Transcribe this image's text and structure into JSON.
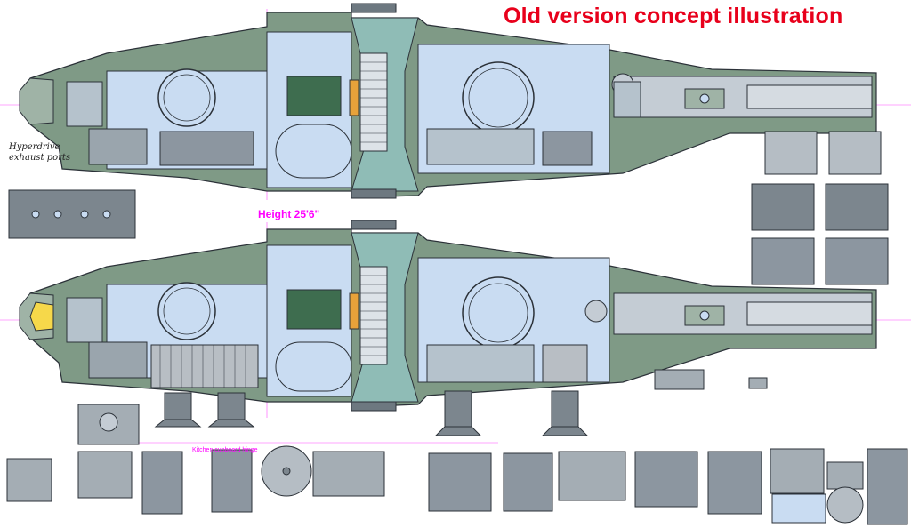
{
  "headline": "Old version concept illustration",
  "height_label": "Height 25'6\"",
  "handwritten_note": [
    "Hyperdrive",
    "exhaust ports"
  ],
  "kitchen_note": "Kitchen cupboard hinge",
  "colors": {
    "headline": "#e8001b",
    "dimension": "#ff00ff",
    "hull_green": "#7f9a86",
    "hull_grey": "#c4ccd4",
    "deck_blue": "#c9dcf2",
    "glass_teal": "#8fbcb6",
    "engine_orange": "#e7a23a",
    "cockpit_yellow": "#f6d84a",
    "outline": "#2b3138"
  },
  "views": [
    {
      "name": "deck-plan-upper",
      "cockpit_lit": false,
      "landing_gear": false
    },
    {
      "name": "deck-plan-lower",
      "cockpit_lit": true,
      "landing_gear": true
    }
  ]
}
